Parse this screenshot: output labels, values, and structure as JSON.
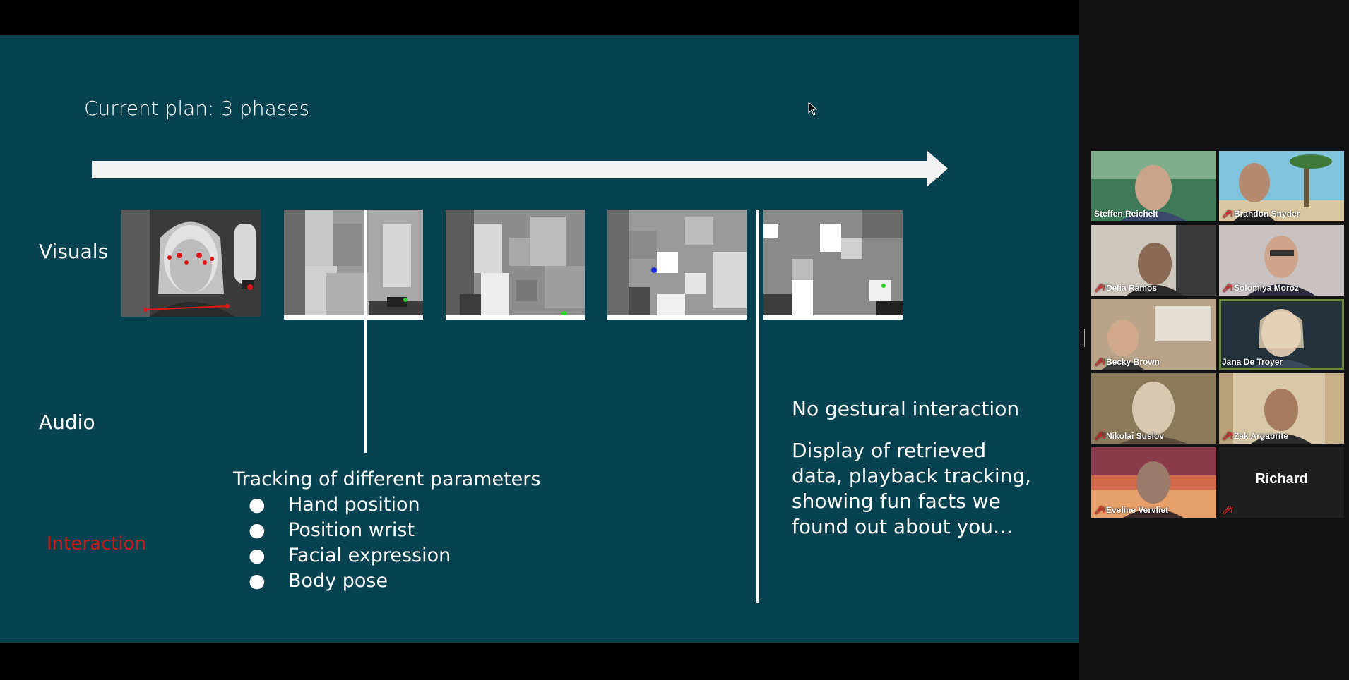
{
  "slide": {
    "title": "Current plan: 3 phases",
    "rows": {
      "visuals": "Visuals",
      "audio": "Audio",
      "interaction": "Interaction"
    },
    "tracking": {
      "heading": "Tracking of different parameters",
      "items": [
        "Hand position",
        "Position wrist",
        "Facial expression",
        "Body pose"
      ]
    },
    "no_gesture": {
      "heading": "No gestural interaction",
      "body": "Display of retrieved data, playback tracking, showing fun facts we found out about you…"
    }
  },
  "colors": {
    "slide_bg": "#06424f",
    "interaction_label": "#c21d1d",
    "active_speaker_border": "#6b8a3a"
  },
  "participants": [
    {
      "name": "Steffen Reichelt",
      "muted": false,
      "active": false
    },
    {
      "name": "Brandon Snyder",
      "muted": true,
      "active": false
    },
    {
      "name": "Delia Ramos",
      "muted": true,
      "active": false
    },
    {
      "name": "Solomiya Moroz",
      "muted": true,
      "active": false
    },
    {
      "name": "Becky Brown",
      "muted": true,
      "active": false
    },
    {
      "name": "Jana De Troyer",
      "muted": false,
      "active": true
    },
    {
      "name": "Nikolai Suslov",
      "muted": true,
      "active": false
    },
    {
      "name": "Zak Argabrite",
      "muted": true,
      "active": false
    },
    {
      "name": "Eveline Vervliet",
      "muted": true,
      "active": false
    },
    {
      "name": "Richard",
      "muted": true,
      "active": false,
      "video_off": true
    }
  ]
}
